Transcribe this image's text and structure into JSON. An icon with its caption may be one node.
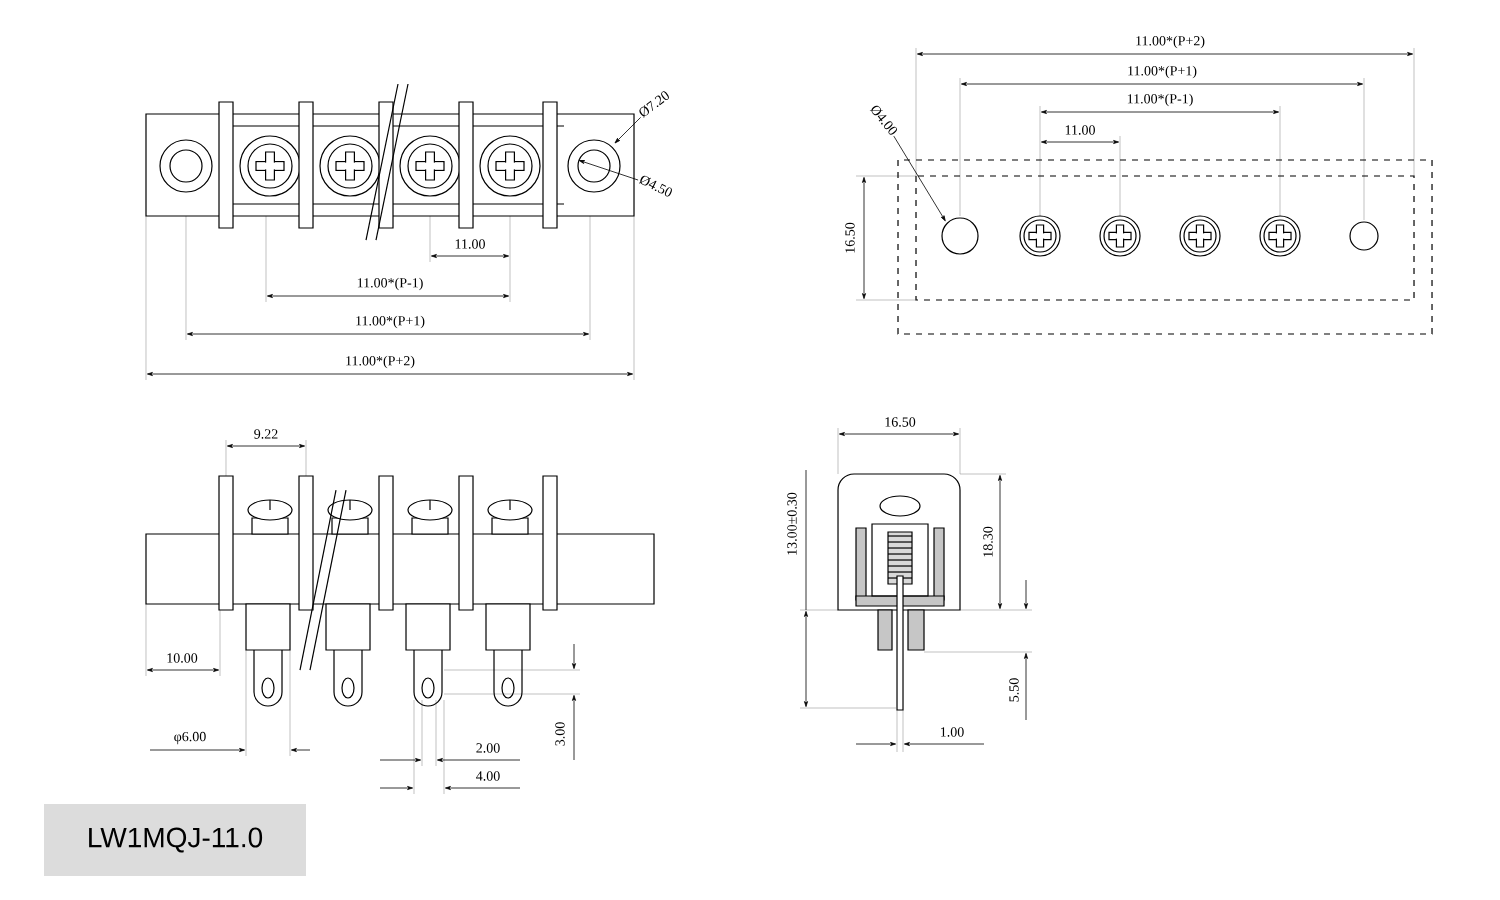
{
  "diagram": {
    "nodes": [
      {
        "text": [
          "Ø7.20"
        ]
      },
      {
        "text": [
          "Ø4.50"
        ]
      },
      {
        "text": [
          "Ø4.00"
        ]
      }
    ],
    "edges": [
      {
        "from": 0,
        "to": null,
        "arrow": "to"
      },
      {
        "from": 1,
        "to": null,
        "arrow": "to"
      },
      {
        "from": 2,
        "to": null,
        "arrow": "to"
      }
    ],
    "labels": [
      "11.00",
      "11.00*(P-1)",
      "11.00*(P+1)",
      "11.00*(P+2)",
      "11.00*(P+2)",
      "11.00*(P+1)",
      "11.00*(P-1)",
      "11.00",
      "16.50",
      "9.22",
      "10.00",
      "φ6.00",
      "2.00",
      "3.00",
      "4.00",
      "16.50",
      "13.00±0.30",
      "18.30",
      "5.50",
      "1.00",
      "LW1MQJ-11.0"
    ]
  }
}
